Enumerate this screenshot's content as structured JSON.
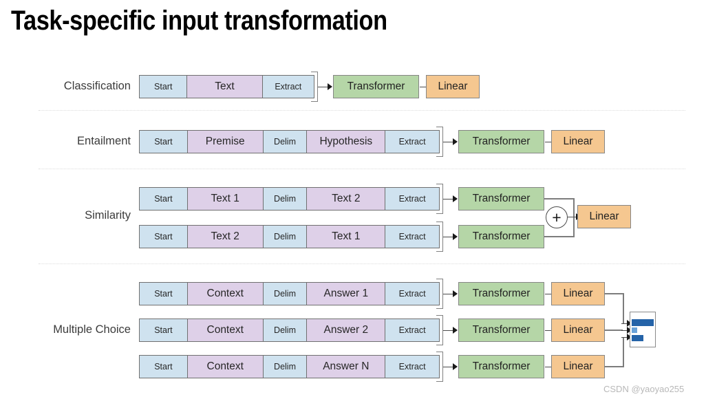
{
  "page": {
    "title": "Task-specific input transformation",
    "watermark": "CSDN @yaoyao255"
  },
  "colors": {
    "token_blue": "#cfe2ef",
    "token_purple": "#ded0e8",
    "transformer_green": "#b5d6a7",
    "linear_orange": "#f5c790",
    "border_gray": "#6f6f6f",
    "bar_blue": "#2563a8",
    "separator": "#dcdcdc"
  },
  "labels": {
    "transformer": "Transformer",
    "linear": "Linear",
    "plus": "+"
  },
  "tasks": [
    {
      "name": "Classification",
      "sequences": [
        {
          "cells": [
            {
              "text": "Start",
              "type": "blue"
            },
            {
              "text": "Text",
              "type": "purple"
            },
            {
              "text": "Extract",
              "type": "blue"
            }
          ]
        }
      ],
      "heads": [
        "Transformer",
        "Linear"
      ]
    },
    {
      "name": "Entailment",
      "sequences": [
        {
          "cells": [
            {
              "text": "Start",
              "type": "blue"
            },
            {
              "text": "Premise",
              "type": "purple"
            },
            {
              "text": "Delim",
              "type": "blue"
            },
            {
              "text": "Hypothesis",
              "type": "purple"
            },
            {
              "text": "Extract",
              "type": "blue"
            }
          ]
        }
      ],
      "heads": [
        "Transformer",
        "Linear"
      ]
    },
    {
      "name": "Similarity",
      "sequences": [
        {
          "cells": [
            {
              "text": "Start",
              "type": "blue"
            },
            {
              "text": "Text 1",
              "type": "purple"
            },
            {
              "text": "Delim",
              "type": "blue"
            },
            {
              "text": "Text 2",
              "type": "purple"
            },
            {
              "text": "Extract",
              "type": "blue"
            }
          ]
        },
        {
          "cells": [
            {
              "text": "Start",
              "type": "blue"
            },
            {
              "text": "Text 2",
              "type": "purple"
            },
            {
              "text": "Delim",
              "type": "blue"
            },
            {
              "text": "Text 1",
              "type": "purple"
            },
            {
              "text": "Extract",
              "type": "blue"
            }
          ]
        }
      ],
      "heads": [
        "Transformer",
        "Transformer",
        "Linear"
      ],
      "merge": "+"
    },
    {
      "name": "Multiple Choice",
      "sequences": [
        {
          "cells": [
            {
              "text": "Start",
              "type": "blue"
            },
            {
              "text": "Context",
              "type": "purple"
            },
            {
              "text": "Delim",
              "type": "blue"
            },
            {
              "text": "Answer 1",
              "type": "purple"
            },
            {
              "text": "Extract",
              "type": "blue"
            }
          ]
        },
        {
          "cells": [
            {
              "text": "Start",
              "type": "blue"
            },
            {
              "text": "Context",
              "type": "purple"
            },
            {
              "text": "Delim",
              "type": "blue"
            },
            {
              "text": "Answer 2",
              "type": "purple"
            },
            {
              "text": "Extract",
              "type": "blue"
            }
          ]
        },
        {
          "cells": [
            {
              "text": "Start",
              "type": "blue"
            },
            {
              "text": "Context",
              "type": "purple"
            },
            {
              "text": "Delim",
              "type": "blue"
            },
            {
              "text": "Answer N",
              "type": "purple"
            },
            {
              "text": "Extract",
              "type": "blue"
            }
          ]
        }
      ],
      "heads": [
        "Transformer",
        "Linear"
      ],
      "score_bars": [
        1.0,
        0.14,
        0.46
      ]
    }
  ]
}
